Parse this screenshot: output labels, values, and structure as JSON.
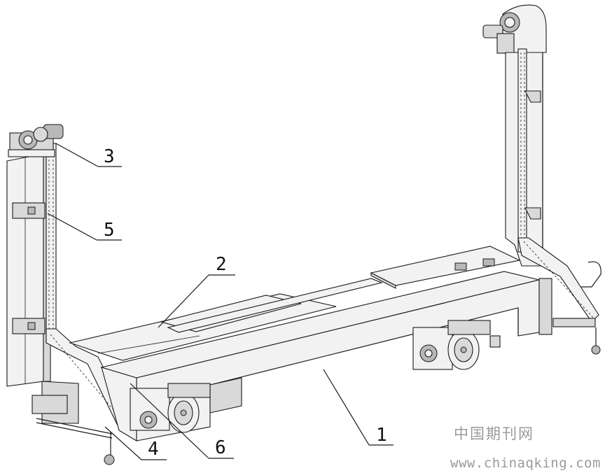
{
  "callouts": [
    "1",
    "2",
    "3",
    "4",
    "5",
    "6"
  ],
  "watermark": {
    "cn": "中国期刊网",
    "url": "www.chinaqking.com"
  },
  "colors": {
    "line": "#1a1a1a",
    "fill": "#f2f2f2",
    "watermark": "#9a9a9a"
  }
}
